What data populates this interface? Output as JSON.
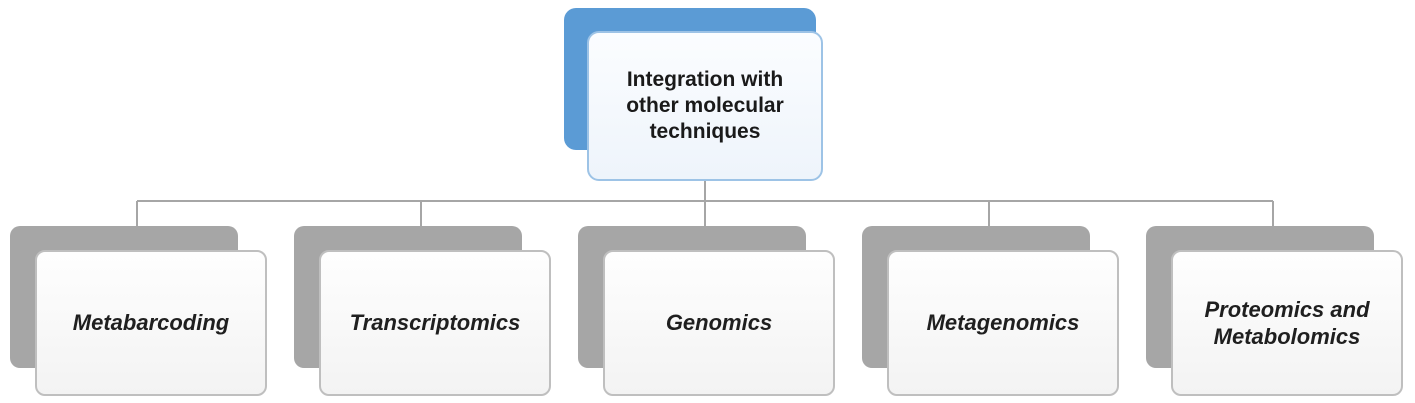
{
  "diagram": {
    "type": "hierarchy",
    "root": {
      "label": "Integration with other molecular techniques"
    },
    "children": [
      {
        "label": "Metabarcoding"
      },
      {
        "label": "Transcriptomics"
      },
      {
        "label": "Genomics"
      },
      {
        "label": "Metagenomics"
      },
      {
        "label": "Proteomics and Metabolomics"
      }
    ],
    "colors": {
      "root_shadow": "#5B9BD5",
      "root_border": "#9DC3E6",
      "root_fill": "#F7FAFD",
      "child_shadow": "#A6A6A6",
      "child_border": "#BFBFBF",
      "child_fill": "#FAFAFA",
      "connector": "#A6A6A6",
      "text": "#1F1F1F"
    }
  }
}
